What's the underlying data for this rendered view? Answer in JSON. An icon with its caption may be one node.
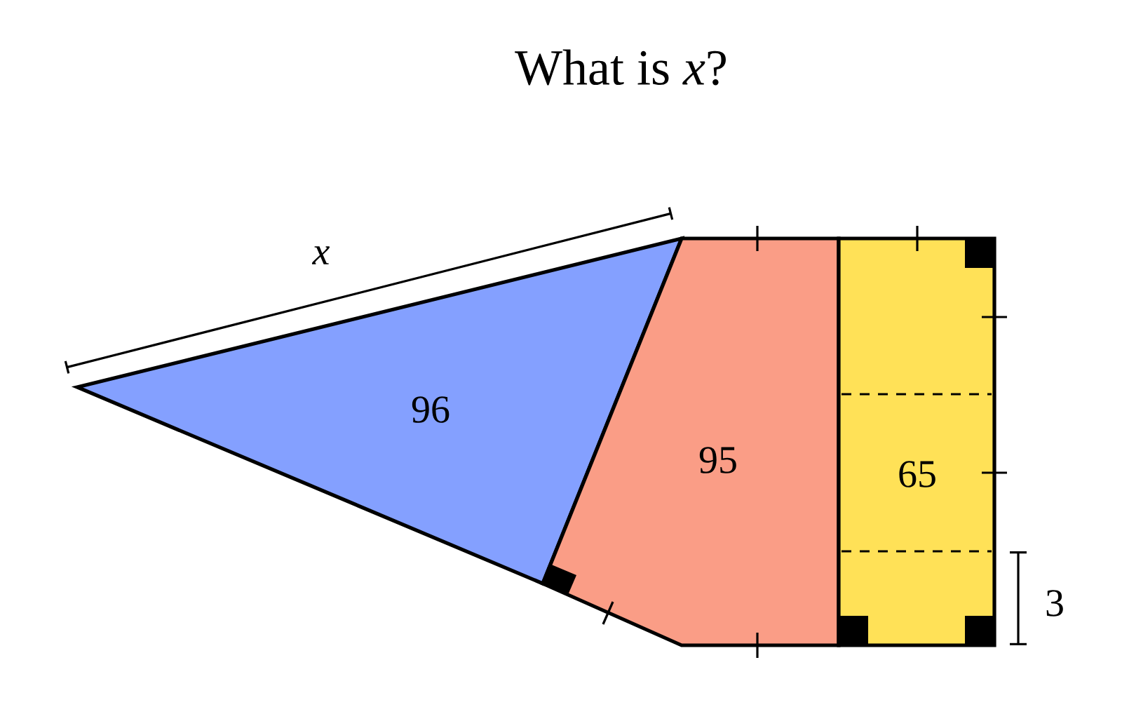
{
  "diagram": {
    "title": "What is *x*?",
    "nodes": [
      {
        "text": [
          "96"
        ]
      },
      {
        "text": [
          "95"
        ]
      },
      {
        "text": [
          "65"
        ]
      }
    ],
    "labels": [
      "*x*",
      "3"
    ]
  }
}
